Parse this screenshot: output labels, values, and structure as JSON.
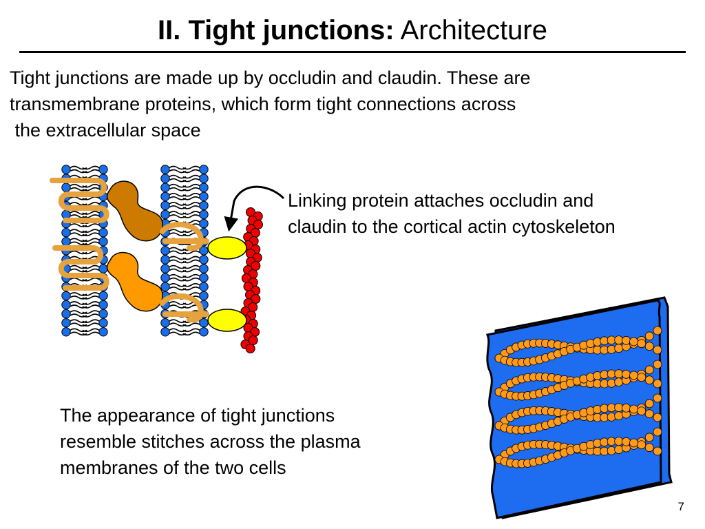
{
  "slide": {
    "title_bold": "II. Tight junctions:",
    "title_normal": " Architecture",
    "intro_lines": [
      "Tight junctions are made up by occludin and claudin. These are",
      "transmembrane proteins, which form tight connections across",
      " the extracellular space"
    ],
    "linking_lines": [
      "Linking protein attaches occludin and",
      "claudin to the cortical actin cytoskeleton"
    ],
    "stitch_lines": [
      "The appearance of tight junctions",
      "resemble stitches across the plasma",
      "membranes of the two cells"
    ],
    "page_number": "7"
  },
  "colors": {
    "phospholipid_head": "#1a6fe8",
    "occludin_dark": "#cc7a00",
    "occludin_light": "#ff9900",
    "claudin_strand": "#e6a23c",
    "linking_protein": "#ffff00",
    "actin": "#ee0000",
    "membrane_sheet": "#1e6cf0",
    "stitch_bead": "#ff9a1a"
  }
}
